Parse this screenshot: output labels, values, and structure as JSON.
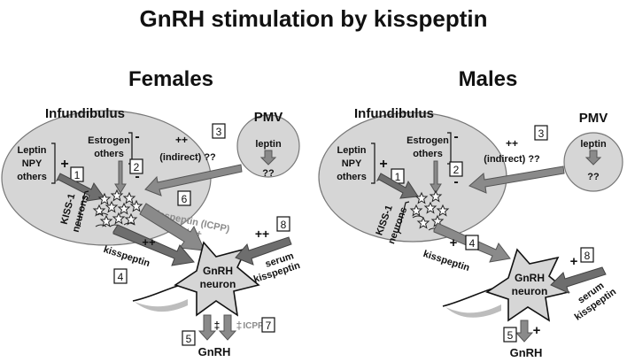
{
  "title": "GnRH stimulation by kisspeptin",
  "panels": {
    "females": {
      "heading": "Females",
      "infundibulus": "Infundibulus",
      "pmv": "PMV",
      "leptin_group": [
        "Leptin",
        "NPY",
        "others"
      ],
      "estrogen_group": [
        "Estrogen",
        "others"
      ],
      "kiss_neurons": [
        "KISS-1",
        "neurons"
      ],
      "pmv_leptin": "leptin",
      "pmv_qq": "??",
      "indirect_sign": "++",
      "indirect_label": "(indirect) ??",
      "icpp_label": "Kisspeptin (ICPP)",
      "icpp_sign": "+++",
      "kisspeptin_label": "kisspeptin",
      "kisspeptin_sign": "++",
      "serum_sign": "++",
      "serum_label": [
        "serum",
        "kisspeptin"
      ],
      "neuron_label": [
        "GnRH",
        "neuron"
      ],
      "gnrh_label": "GnRH",
      "icpp_small": "ICPP",
      "leptin_sign": "+",
      "estrogen_sign_top": "-",
      "estrogen_sign_bottom": "-",
      "out_sign1": "‡",
      "out_sign2": "‡",
      "numbers": [
        "1",
        "2",
        "3",
        "4",
        "5",
        "6",
        "7",
        "8"
      ]
    },
    "males": {
      "heading": "Males",
      "infundibulus": "Infundibulus",
      "pmv": "PMV",
      "leptin_group": [
        "Leptin",
        "NPY",
        "others"
      ],
      "estrogen_group": [
        "Estrogen",
        "others"
      ],
      "kiss_neurons": [
        "KISS-1",
        "neurons"
      ],
      "pmv_leptin": "leptin",
      "pmv_qq": "??",
      "indirect_sign": "++",
      "indirect_label": "(indirect) ??",
      "kisspeptin_label": "kisspeptin",
      "kisspeptin_sign": "+",
      "serum_sign": "+",
      "serum_label": [
        "serum",
        "kisspeptin"
      ],
      "neuron_label": [
        "GnRH",
        "neuron"
      ],
      "gnrh_label": "GnRH",
      "leptin_sign": "+",
      "estrogen_sign_top": "-",
      "estrogen_sign_bottom": "-",
      "out_sign": "+",
      "numbers": [
        "1",
        "2",
        "3",
        "4",
        "5",
        "8"
      ]
    }
  }
}
